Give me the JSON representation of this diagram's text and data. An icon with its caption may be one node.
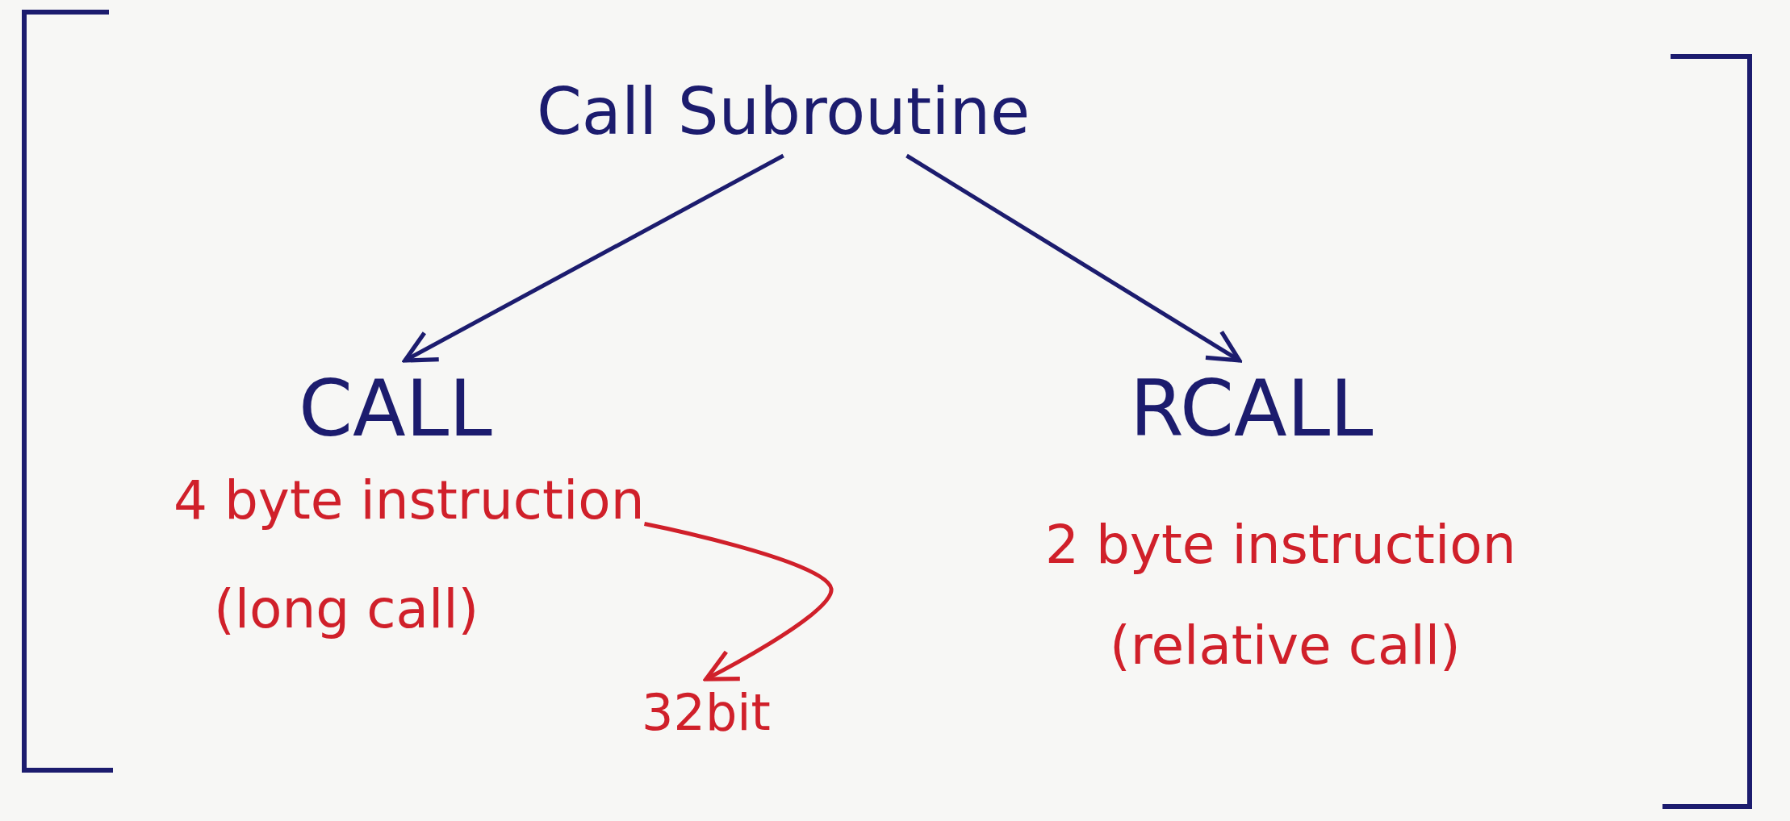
{
  "diagram": {
    "nodes": [
      {
        "text": [
          "Call Subroutine"
        ]
      },
      {
        "text": [
          "CALL"
        ]
      },
      {
        "text": [
          "4 byte instruction"
        ]
      },
      {
        "text": [
          "32bit"
        ]
      },
      {
        "text": [
          "RCALL"
        ]
      }
    ],
    "edges": [
      {
        "from": 0,
        "to": 1,
        "arrow": "to"
      },
      {
        "from": 0,
        "to": 4,
        "arrow": "to"
      },
      {
        "from": 2,
        "to": 3,
        "arrow": "to",
        "color": "#d0202a"
      }
    ],
    "labels": [
      "(long call)",
      "2 byte instruction",
      "(relative call)"
    ]
  }
}
